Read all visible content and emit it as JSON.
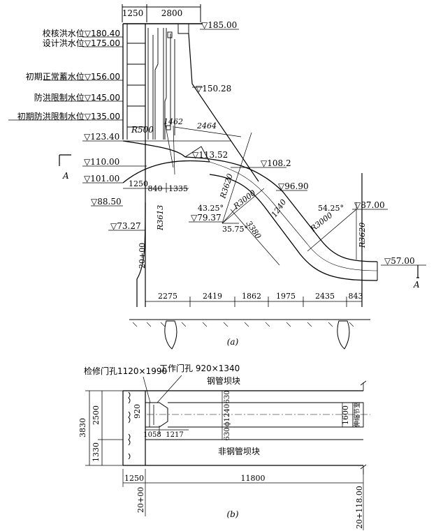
{
  "part_a": {
    "top_dims": [
      "1250",
      "2800"
    ],
    "crest_level": "▽185.00",
    "water_levels": [
      "校核洪水位▽180.40",
      "设计洪水位▽175.00",
      "初期正常蓄水位▽156.00",
      "防洪限制水位▽145.00",
      "初期防洪限制水位▽135.00"
    ],
    "el_150": "▽150.28",
    "el_123": "▽123.40",
    "el_110": "▽110.00",
    "el_101": "▽101.00",
    "el_88": "▽88.50",
    "el_73": "▽73.27",
    "el_113": "▽113.52",
    "el_108": "▽108.2",
    "el_96": "▽96.90",
    "el_87": "▽87.00",
    "el_79": "▽79.37",
    "el_57": "▽57.00",
    "r500": "R500",
    "d1462": "1462",
    "d2464": "2464",
    "r3620_a": "R3620",
    "r3000_a": "R3000",
    "d3380": "3380",
    "d1240": "1240",
    "r3000_b": "R3000",
    "r3620_b": "R3620",
    "r3613": "R3613",
    "ang1": "43.25°",
    "ang2": "35.75°",
    "ang3": "54.25°",
    "mid_dims": [
      "1250",
      "840",
      "1335"
    ],
    "bottom_dims": [
      "2275",
      "2419",
      "1862",
      "1975",
      "2435",
      "843"
    ],
    "station": "20+00",
    "section_a": "A",
    "caption": "(a)"
  },
  "part_b": {
    "maint_gate": "检修门孔1120×1990",
    "work_gate": "工作门孔 920×1340",
    "steel_block": "钢管坝块",
    "non_steel_block": "非钢管坝块",
    "left_dims": [
      "3830",
      "2500",
      "1330"
    ],
    "d920": "920",
    "d1058": "1058",
    "d1217": "1217",
    "d630a": "630",
    "d1240": "ϕ1240",
    "d630b": "630",
    "d1600": "1600",
    "joint": "伸缩节室",
    "bottom_dims": [
      "1250",
      "11800"
    ],
    "station_left": "20+00",
    "station_right": "20+118.00",
    "caption": "(b)"
  }
}
